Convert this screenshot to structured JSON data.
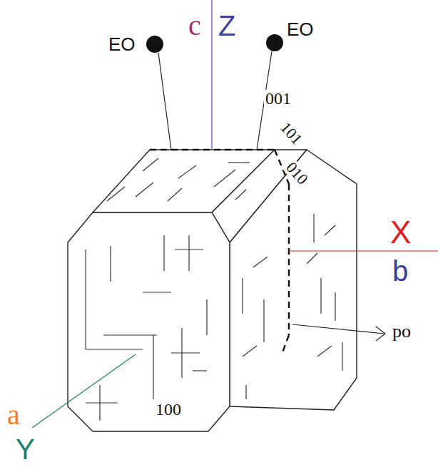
{
  "diagram": {
    "labels": [
      "EO",
      "c",
      "Z",
      "EO",
      "001",
      "101",
      "010",
      "X",
      "b",
      "po",
      "100",
      "a",
      "Y"
    ]
  }
}
